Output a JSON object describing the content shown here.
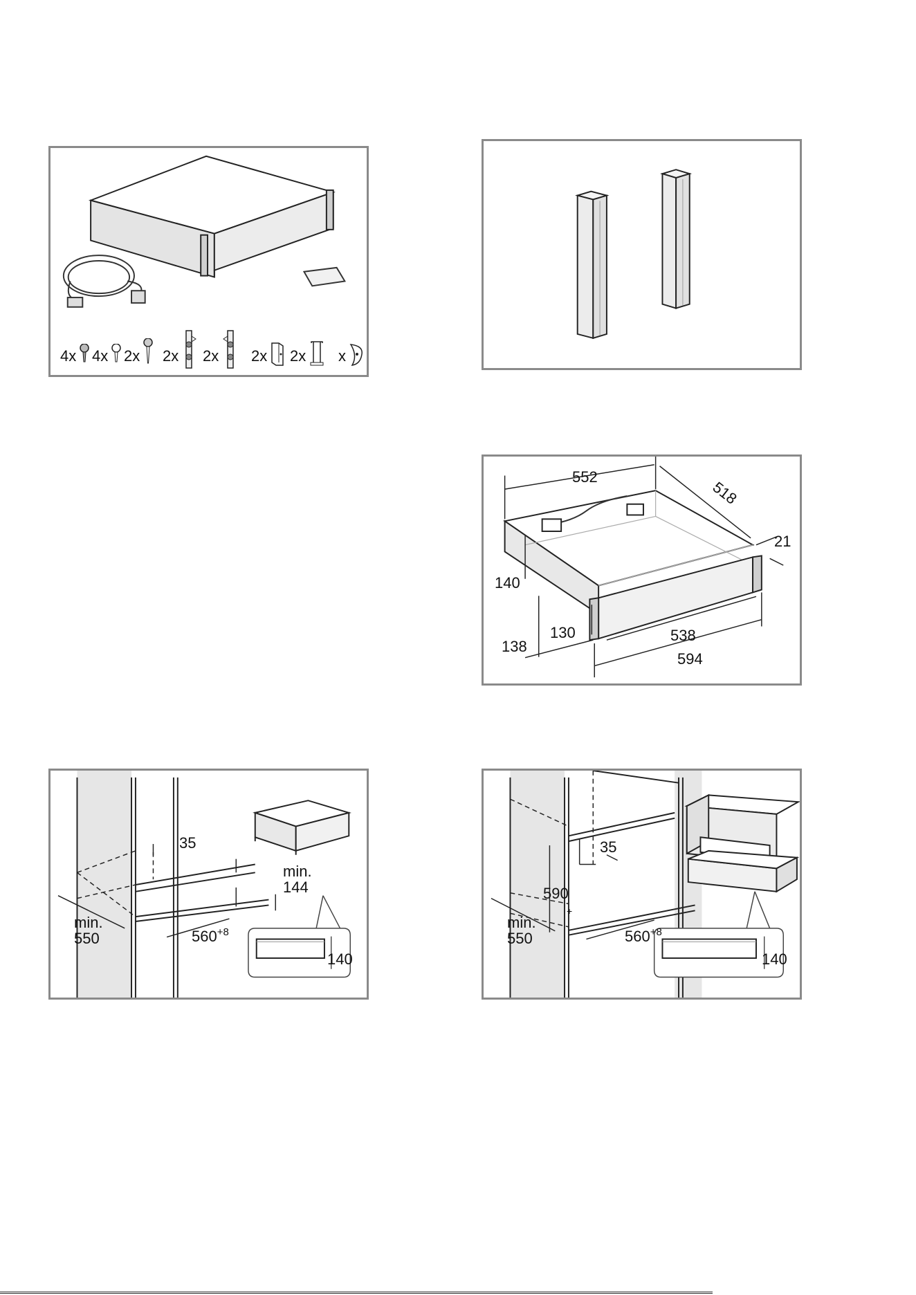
{
  "figures": {
    "scope_of_delivery": {
      "counts": [
        "4x",
        "4x",
        "2x",
        "2x",
        "2x",
        "2x",
        "2x",
        "x"
      ],
      "icons": [
        "screw-a-icon",
        "screw-b-icon",
        "wood-screw-icon",
        "mounting-bracket-a-icon",
        "mounting-bracket-b-icon",
        "angle-bracket-icon",
        "clip-bracket-icon",
        "spacer-icon"
      ]
    },
    "trim_strips": {},
    "appliance_dimensions": {
      "width_top": "552",
      "depth": "518",
      "front_thickness": "21",
      "body_height": "140",
      "inner_height": "130",
      "front_height": "138",
      "inner_width": "538",
      "front_width": "594"
    },
    "installation_below_drawer": {
      "offset": "35",
      "min_height_label": "min.",
      "min_height_value": "144",
      "min_depth_label": "min.",
      "min_depth_value": "550",
      "niche_width": "560",
      "niche_width_tolerance": "+8",
      "detail_height": "140"
    },
    "installation_below_compact": {
      "offset": "35",
      "compact_height": "590",
      "compact_height_tolerance": "+",
      "min_depth_label": "min.",
      "min_depth_value": "550",
      "niche_width": "560",
      "niche_width_tolerance": "+8",
      "detail_height": "140"
    }
  }
}
